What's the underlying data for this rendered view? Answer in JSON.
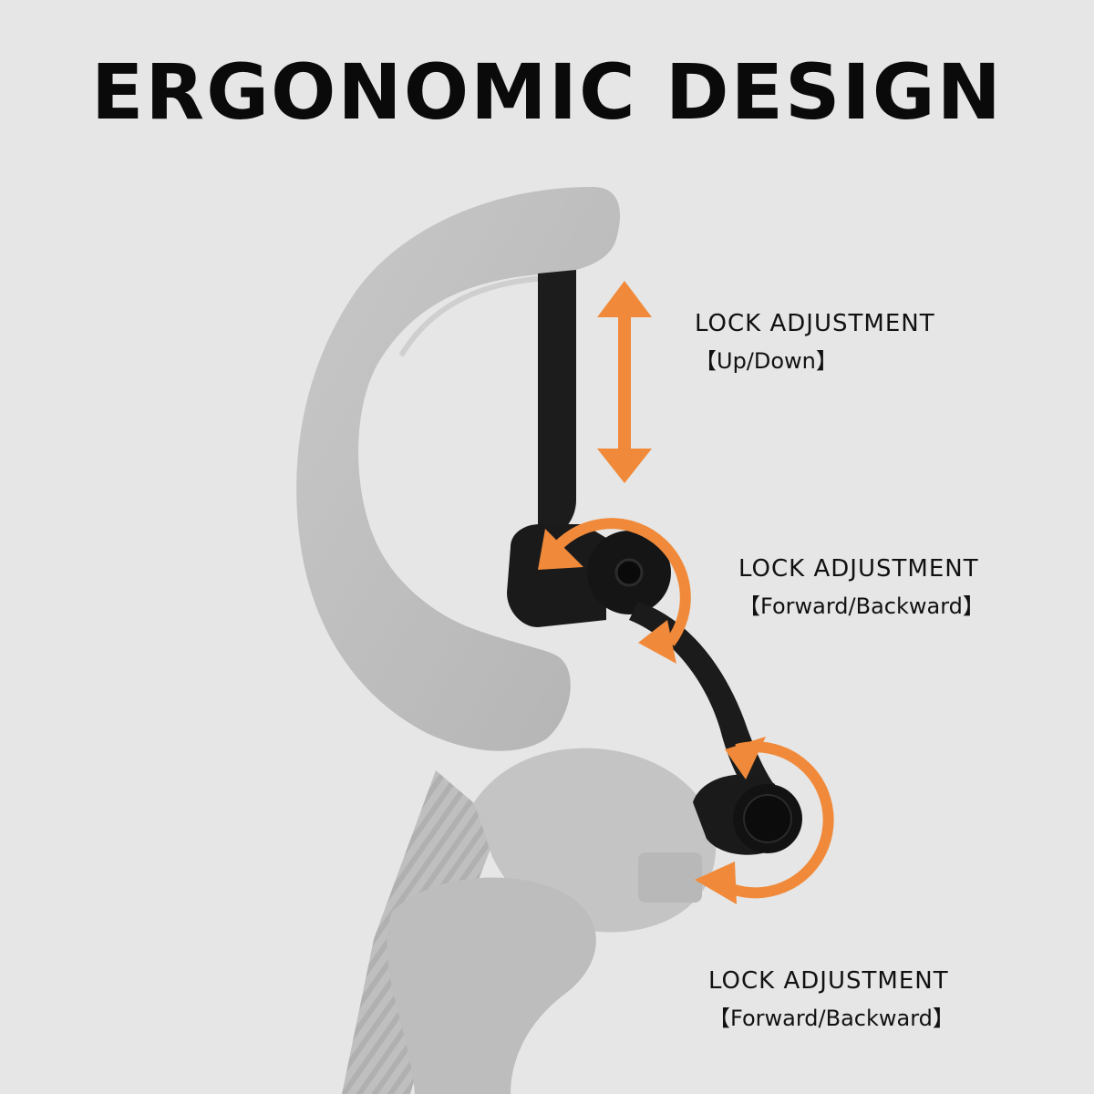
{
  "title": "ERGONOMIC DESIGN",
  "callouts": [
    {
      "heading": "LOCK ADJUSTMENT",
      "sub": "【Up/Down】"
    },
    {
      "heading": "LOCK ADJUSTMENT",
      "sub": "【Forward/Backward】"
    },
    {
      "heading": "LOCK ADJUSTMENT",
      "sub": "【Forward/Backward】"
    }
  ],
  "colors": {
    "background": "#e6e6e6",
    "accent_orange": "#f08a3a",
    "bracket_black": "#1a1a1a",
    "ghost_gray": "#bdbdbd"
  },
  "icons": [
    "up-down-arrow-icon",
    "rotate-arrow-icon",
    "rotate-arrow-icon"
  ]
}
